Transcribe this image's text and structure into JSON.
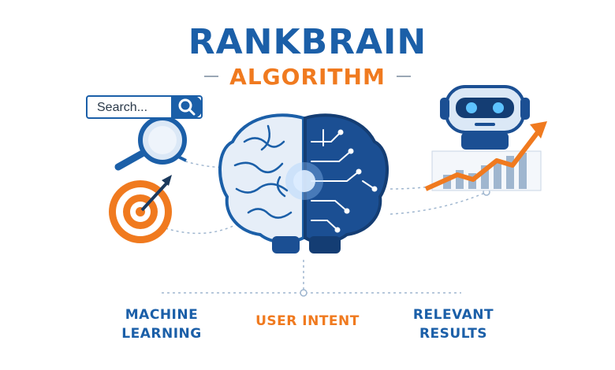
{
  "header": {
    "title": "RANKBRAIN",
    "subtitle": "ALGORITHM"
  },
  "search": {
    "placeholder": "Search..."
  },
  "labels": {
    "machine_learning_line1": "MACHINE",
    "machine_learning_line2": "LEARNING",
    "user_intent": "USER INTENT",
    "relevant_results_line1": "RELEVANT",
    "relevant_results_line2": "RESULTS"
  },
  "colors": {
    "brand_blue": "#1b5fa8",
    "accent_orange": "#f07a1f",
    "light_blue": "#dbe8f6"
  },
  "icons": [
    "magnifier-icon",
    "target-icon",
    "brain-icon",
    "robot-icon",
    "growth-chart-icon"
  ]
}
